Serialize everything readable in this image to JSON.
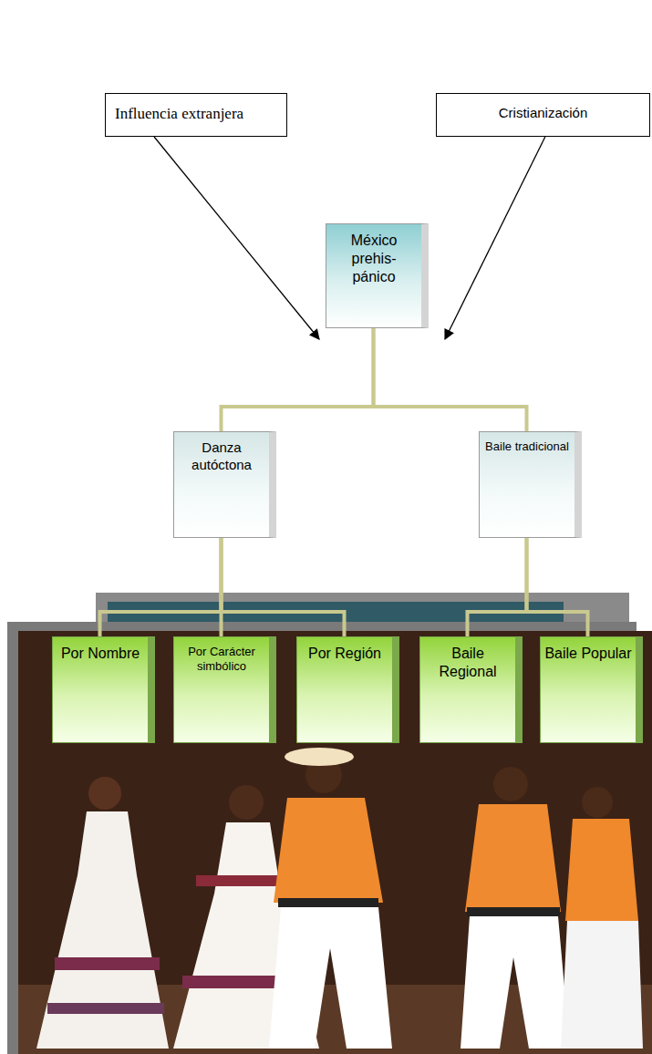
{
  "diagram": {
    "nodes": [
      {
        "text": [
          "Influencia extranjera"
        ]
      },
      {
        "text": [
          "Cristianización"
        ]
      },
      {
        "text": [
          "México prehis- pánico"
        ]
      },
      {
        "text": [
          "Danza autóctona"
        ]
      },
      {
        "text": [
          "Baile tradicional"
        ]
      },
      {
        "text": [
          "Por Nombre"
        ]
      },
      {
        "text": [
          "Por Carácter simbólico"
        ]
      },
      {
        "text": [
          "Por Región"
        ]
      },
      {
        "text": [
          "Baile Regional"
        ]
      },
      {
        "text": [
          "Baile Popular"
        ]
      }
    ],
    "edges": [
      {
        "from": 0,
        "to": 2,
        "arrow": "to"
      },
      {
        "from": 1,
        "to": 2,
        "arrow": "to"
      },
      {
        "from": 2,
        "to": 3,
        "arrow": "none"
      },
      {
        "from": 2,
        "to": 4,
        "arrow": "none"
      },
      {
        "from": 3,
        "to": 5,
        "arrow": "none"
      },
      {
        "from": 3,
        "to": 6,
        "arrow": "none"
      },
      {
        "from": 3,
        "to": 7,
        "arrow": "none"
      },
      {
        "from": 4,
        "to": 8,
        "arrow": "none"
      },
      {
        "from": 4,
        "to": 9,
        "arrow": "none"
      }
    ]
  }
}
